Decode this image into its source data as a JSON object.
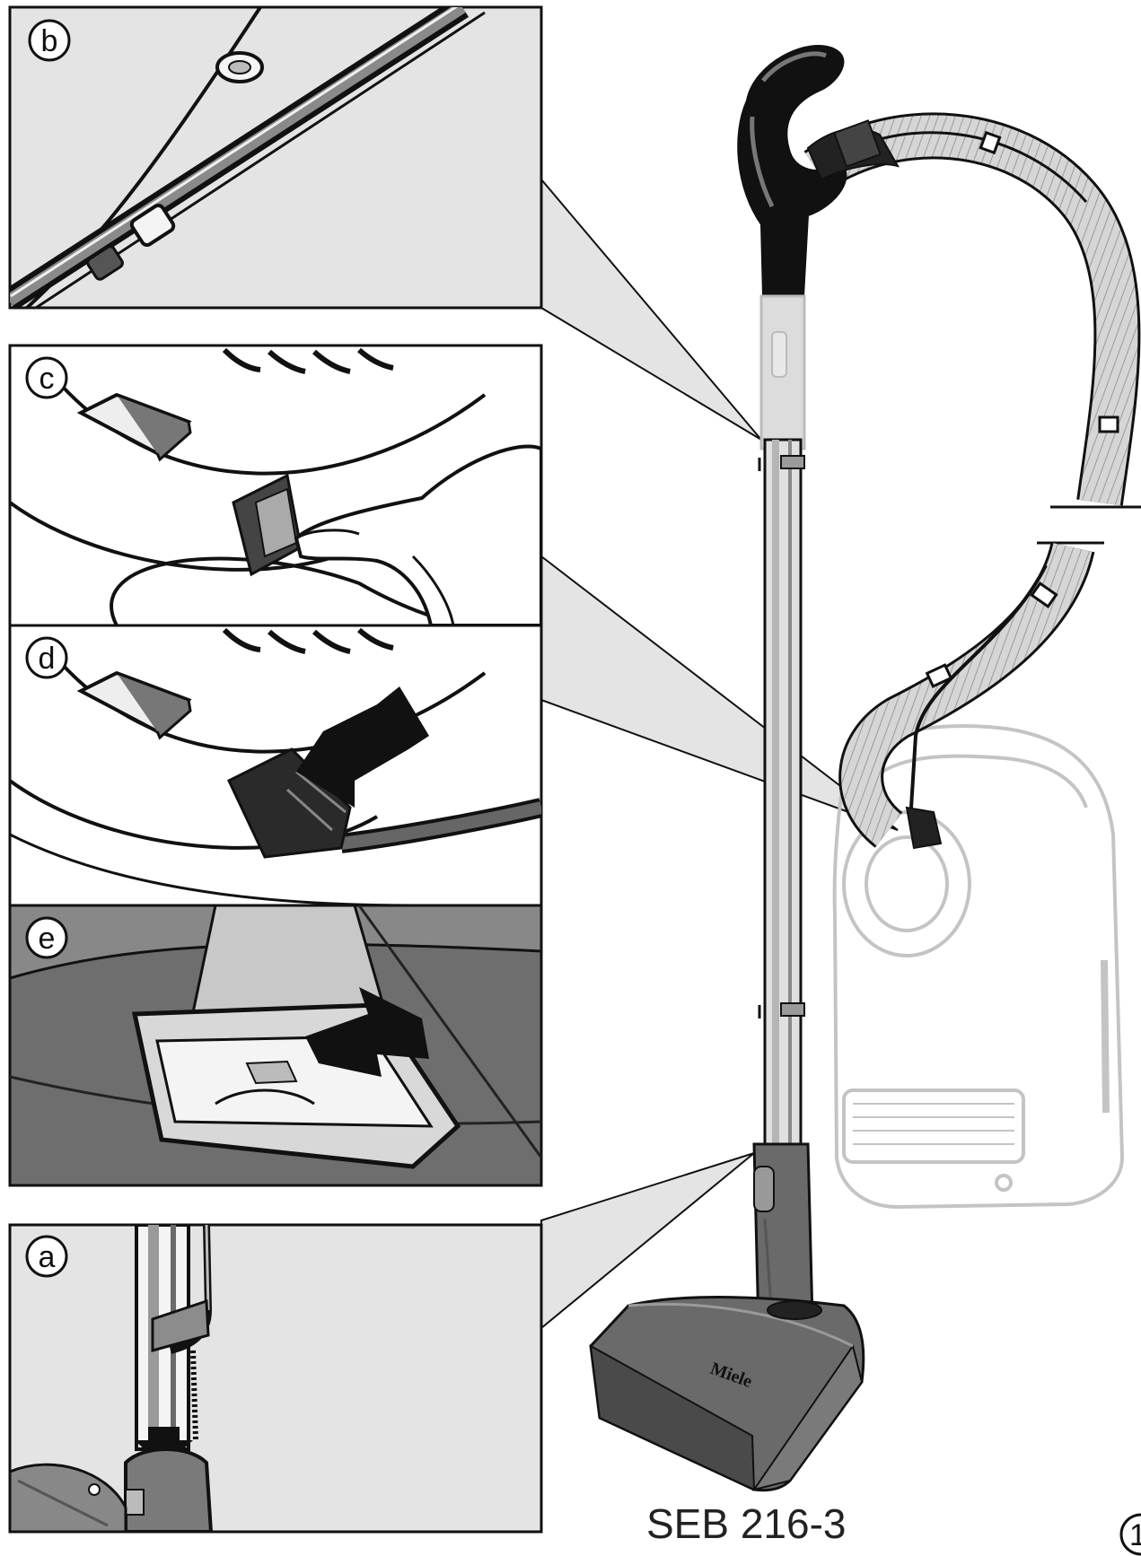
{
  "panels": [
    {
      "id": "b",
      "label": "b"
    },
    {
      "id": "c",
      "label": "c"
    },
    {
      "id": "d",
      "label": "d"
    },
    {
      "id": "e",
      "label": "e"
    },
    {
      "id": "a",
      "label": "a"
    }
  ],
  "model_label": "SEB 216-3",
  "page_marker": "1",
  "colors": {
    "panel_fill": "#e4e4e4",
    "outline": "#111111",
    "dark_part": "#1e1e1e",
    "mid_gray": "#6a6a6a",
    "light_part": "#cfcfcf",
    "faint_outline": "#c4c4c4"
  },
  "icons": [
    "arrow-icon",
    "hand-icon",
    "plug-icon",
    "filter-icon",
    "brand-logo"
  ]
}
